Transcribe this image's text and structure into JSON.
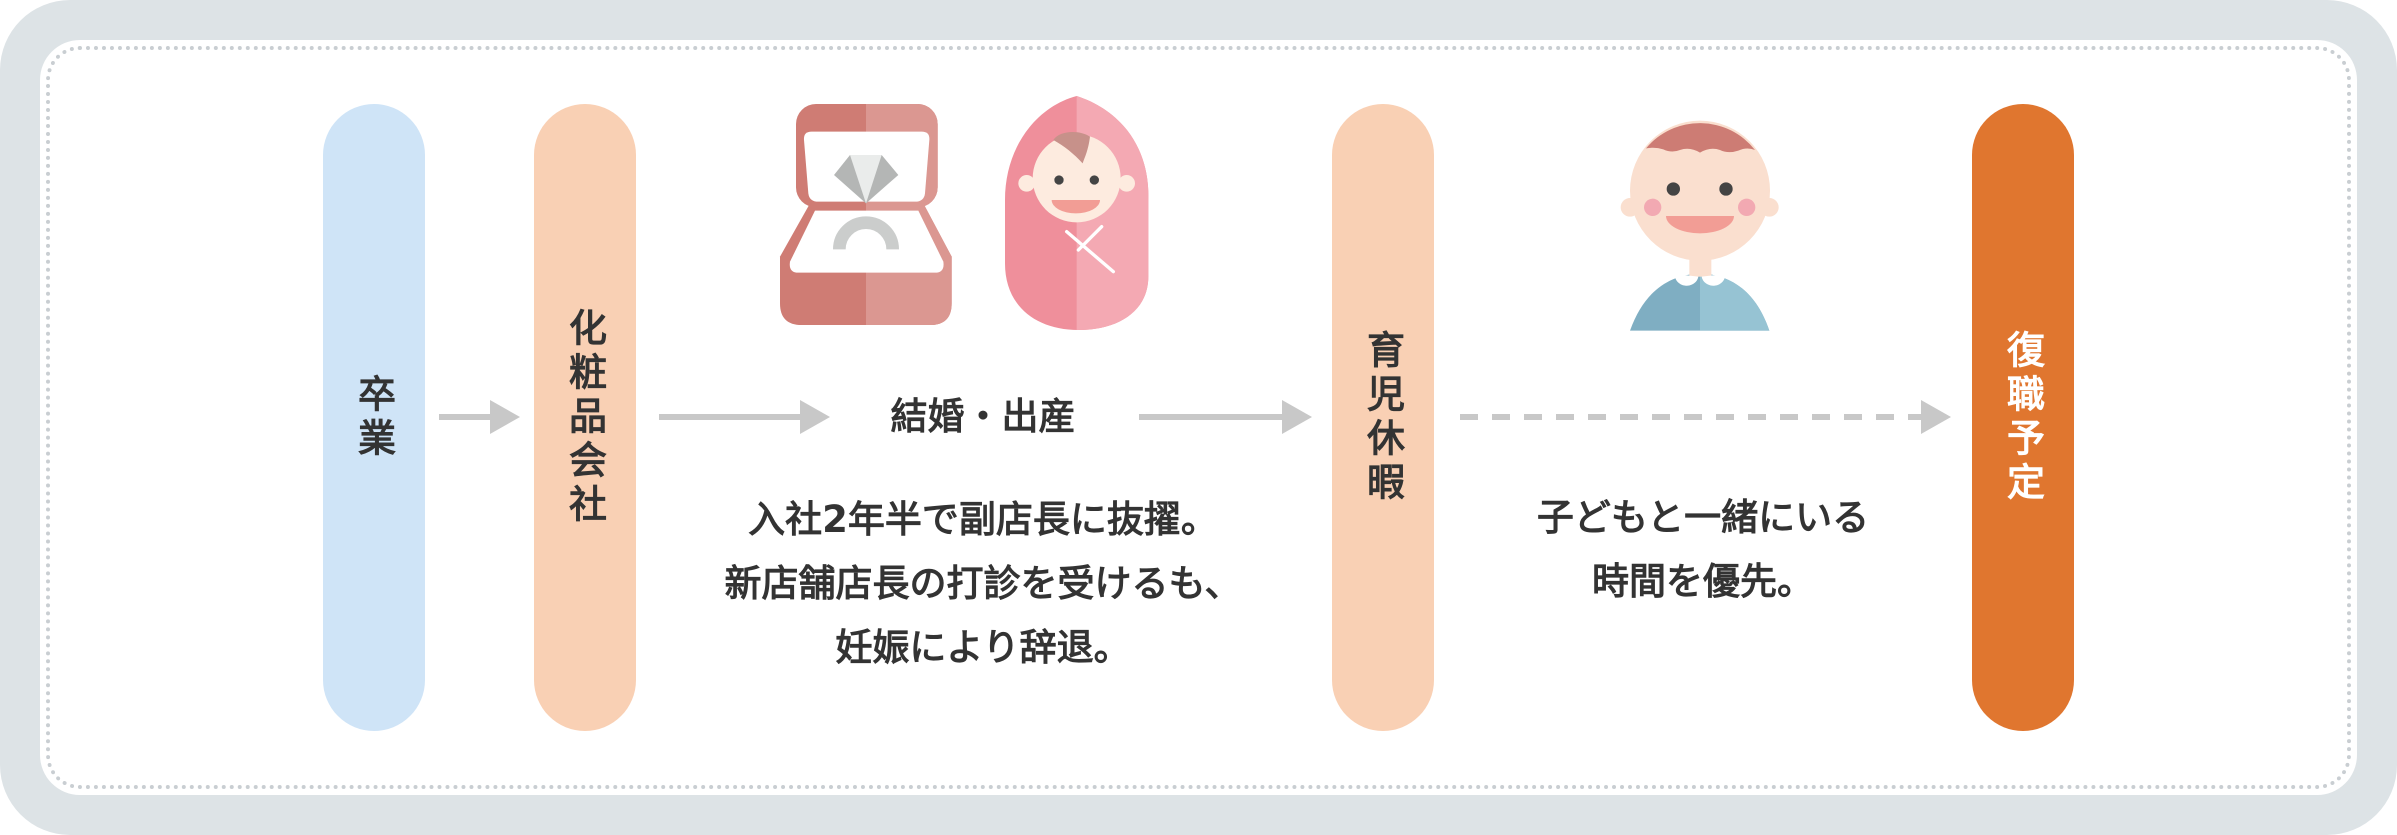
{
  "steps": [
    {
      "label": "卒業",
      "color": "#cfe4f7"
    },
    {
      "label": "化粧品会社",
      "color": "#f9d0b4"
    },
    {
      "label": "育児休暇",
      "color": "#f9d0b4"
    },
    {
      "label": "復職予定",
      "color": "#e0762f"
    }
  ],
  "event": {
    "title": "結婚・出産",
    "description": [
      "入社2年半で副店長に抜擢。",
      "新店舗店長の打診を受けるも、",
      "妊娠により辞退。"
    ]
  },
  "leave_note": [
    "子どもと一緒にいる",
    "時間を優先。"
  ],
  "icons": [
    "ring-box-icon",
    "swaddled-baby-icon",
    "child-icon"
  ]
}
